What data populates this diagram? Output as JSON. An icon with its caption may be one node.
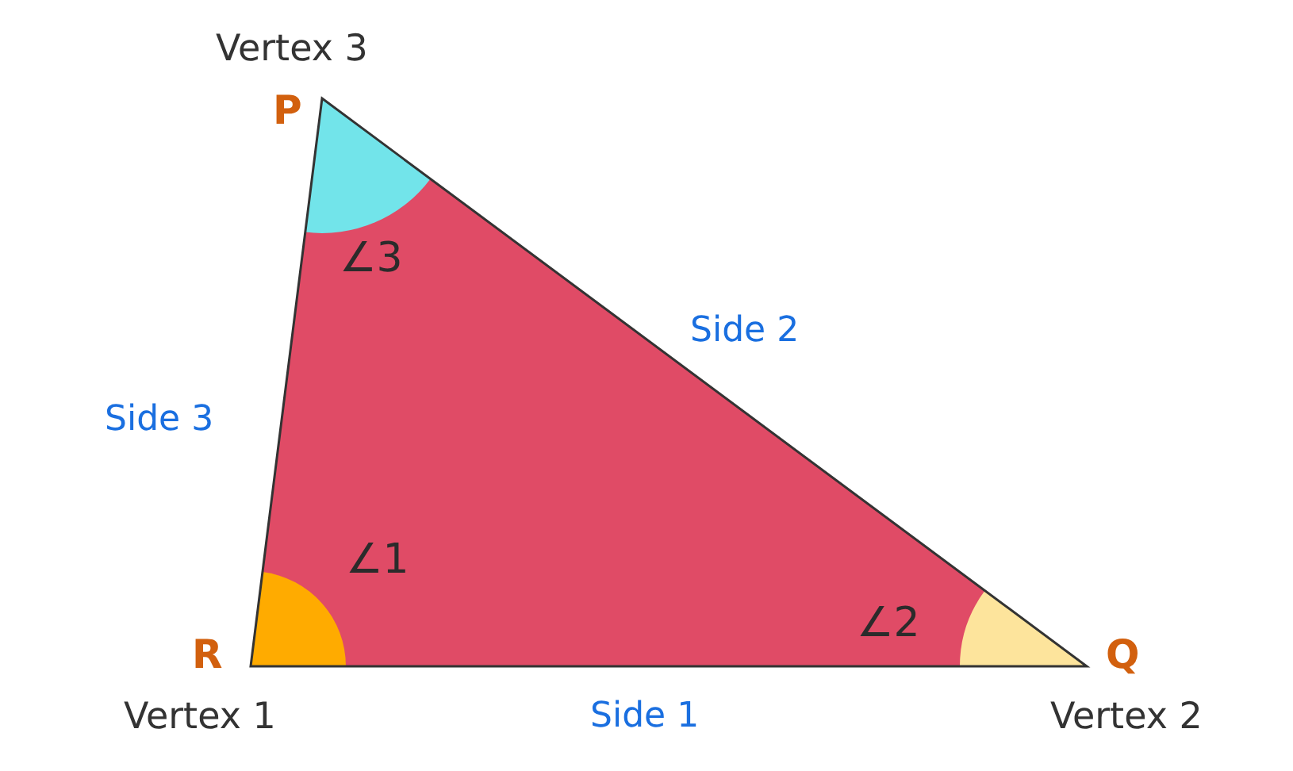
{
  "diagram": {
    "labels": [
      "Vertex 3",
      "P",
      "∠3",
      "Side 2",
      "Side 3",
      "∠1",
      "∠2",
      "R",
      "Q",
      "Vertex 1",
      "Side 1",
      "Vertex 2"
    ]
  }
}
